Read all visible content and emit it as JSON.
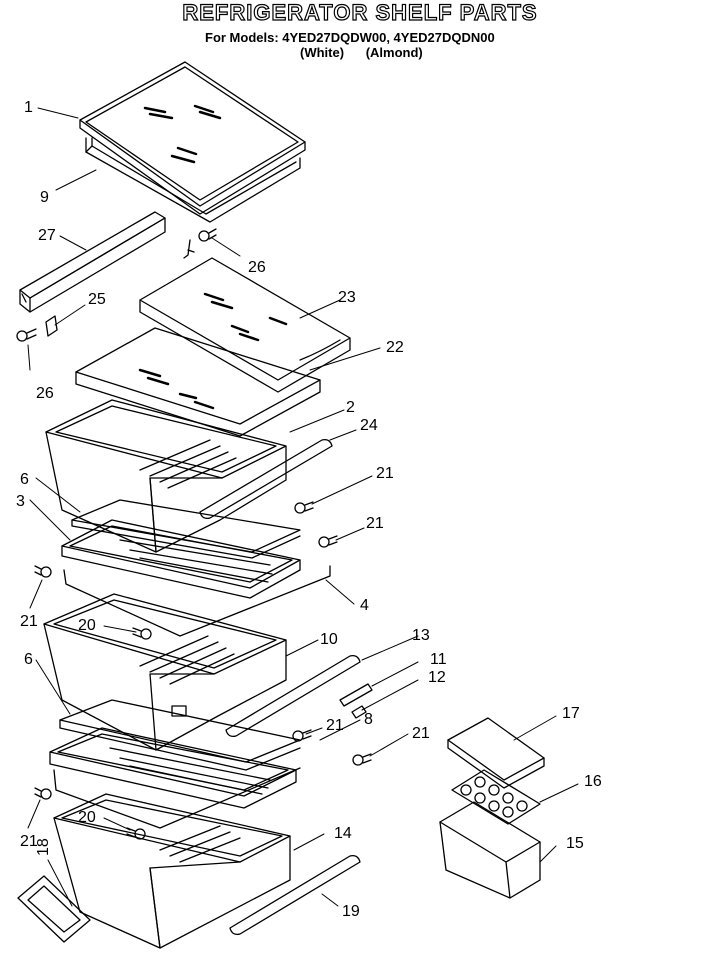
{
  "title": "REFRIGERATOR SHELF PARTS",
  "models_line": "For Models: 4YED27DQDW00, 4YED27DQDN00",
  "colors_line": "(White)      (Almond)",
  "labels": {
    "p1": "1",
    "p9": "9",
    "p27": "27",
    "p26a": "26",
    "p25": "25",
    "p26b": "26",
    "p23": "23",
    "p22": "22",
    "p2": "2",
    "p24": "24",
    "p21a": "21",
    "p6a": "6",
    "p3": "3",
    "p21b": "21",
    "p21c": "21",
    "p4": "4",
    "p20a": "20",
    "p10": "10",
    "p13": "13",
    "p11": "11",
    "p12": "12",
    "p6b": "6",
    "p8": "8",
    "p21d": "21",
    "p21e": "21",
    "p17": "17",
    "p16": "16",
    "p21f": "21",
    "p20b": "20",
    "p14": "14",
    "p15": "15",
    "p18": "18",
    "p19": "19"
  }
}
